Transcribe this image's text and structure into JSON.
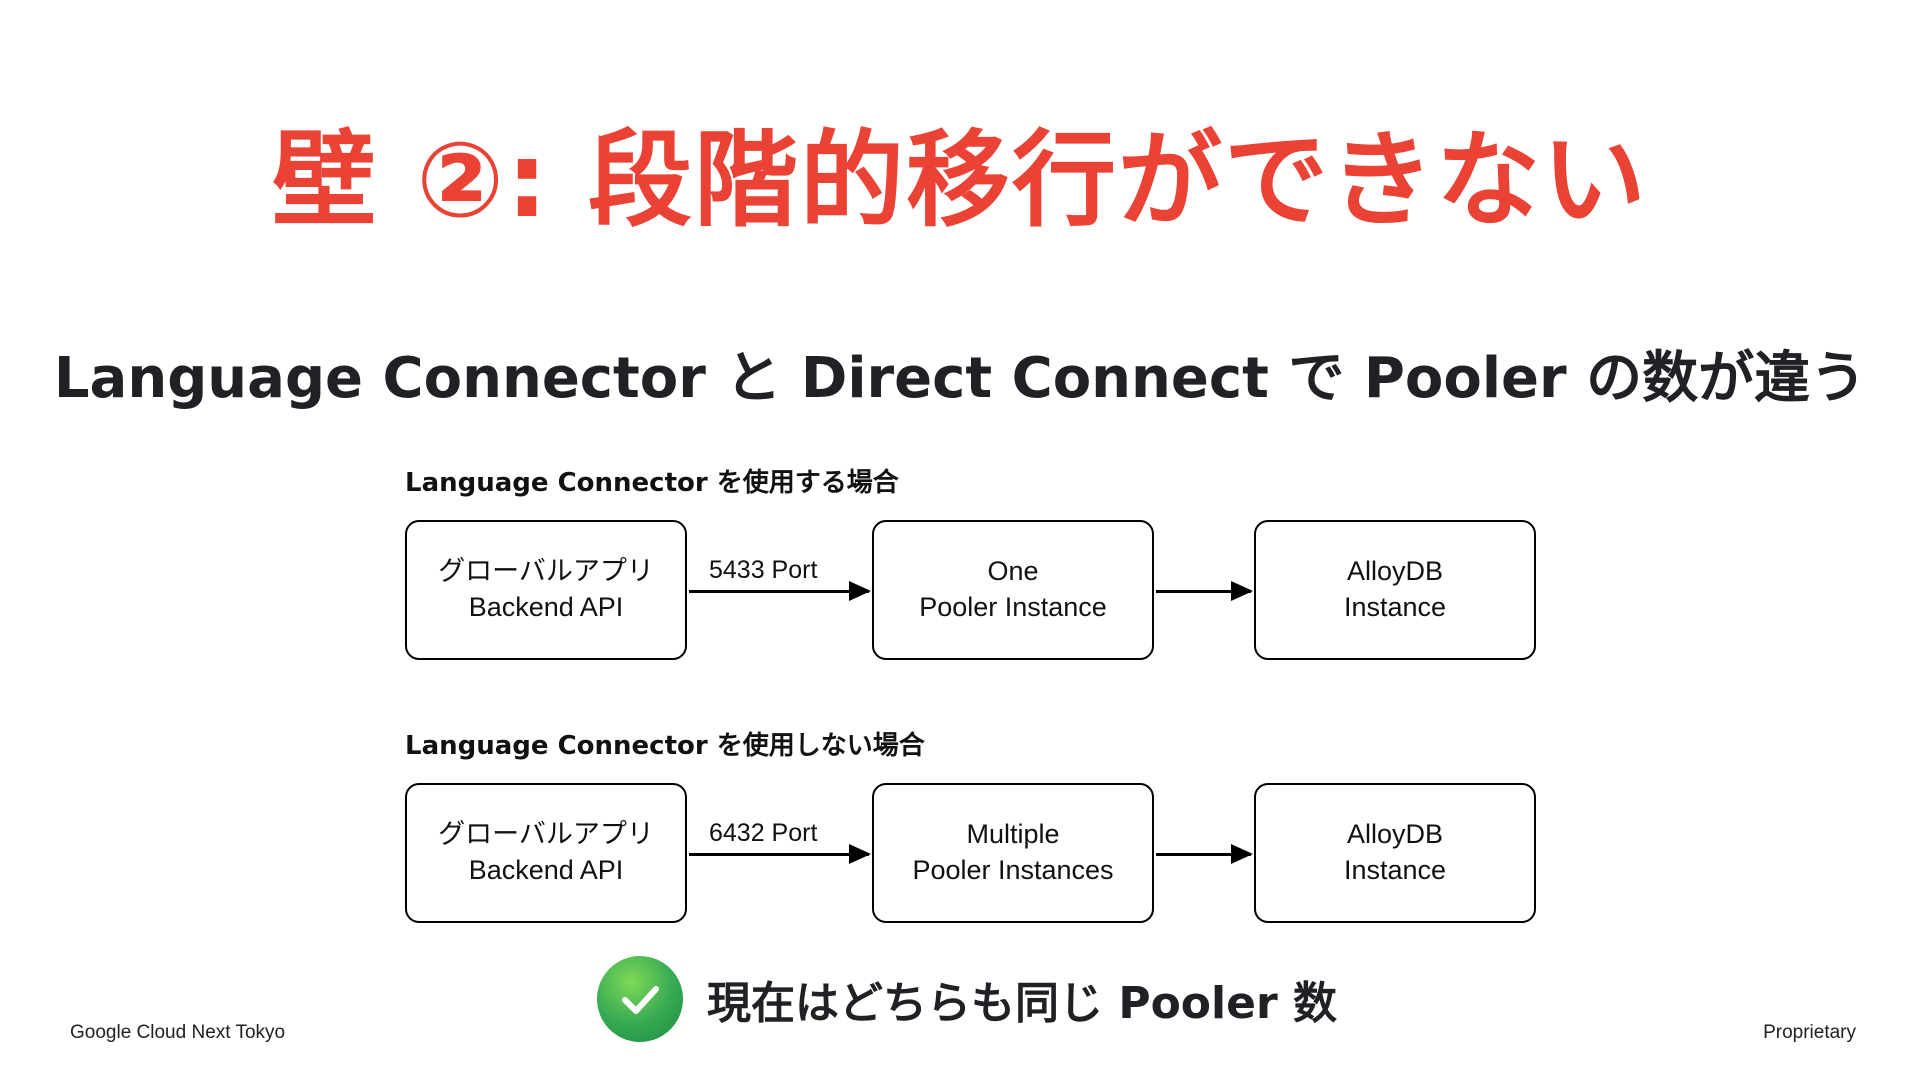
{
  "slide": {
    "title": "壁 ②: 段階的移行ができない",
    "subtitle": "Language Connector と Direct Connect で Pooler の数が違う"
  },
  "diagram": {
    "with_connector": {
      "label": "Language Connector を使用する場合",
      "source": {
        "line1": "グローバルアプリ",
        "line2": "Backend API"
      },
      "port": "5433 Port",
      "pooler": {
        "line1": "One",
        "line2": "Pooler Instance"
      },
      "db": {
        "line1": "AlloyDB",
        "line2": "Instance"
      }
    },
    "without_connector": {
      "label": "Language Connector を使用しない場合",
      "source": {
        "line1": "グローバルアプリ",
        "line2": "Backend API"
      },
      "port": "6432 Port",
      "pooler": {
        "line1": "Multiple",
        "line2": "Pooler Instances"
      },
      "db": {
        "line1": "AlloyDB",
        "line2": "Instance"
      }
    }
  },
  "conclusion": {
    "icon": "check-circle-icon",
    "text": "現在はどちらも同じ Pooler 数",
    "icon_color": "#34a853"
  },
  "footer": {
    "left": "Google Cloud Next Tokyo",
    "right": "Proprietary"
  },
  "colors": {
    "title": "#ea4335",
    "text": "#202124"
  }
}
